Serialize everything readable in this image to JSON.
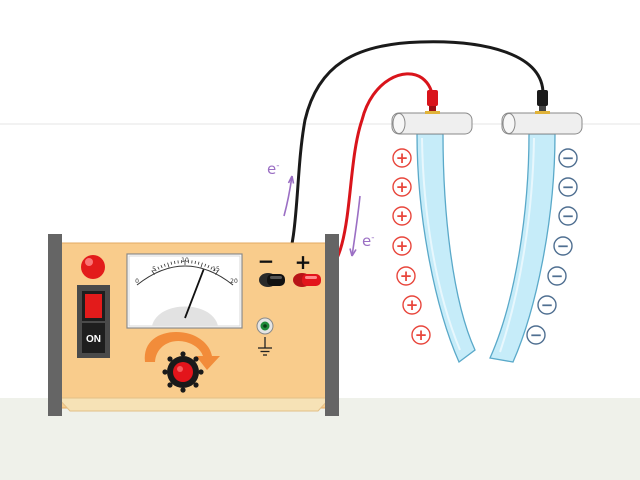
{
  "power_supply": {
    "switch_label": "ON",
    "minus_symbol": "−",
    "plus_symbol": "+",
    "meter_scale": [
      "0",
      "5",
      "10",
      "15",
      "20"
    ],
    "needle_value": 16,
    "scale_max": 20
  },
  "electron_label": "e",
  "electron_sup": "-",
  "left_strip_charges": [
    "+",
    "+",
    "+",
    "+",
    "+",
    "+",
    "+"
  ],
  "right_strip_charges": [
    "−",
    "−",
    "−",
    "−",
    "−",
    "−",
    "−"
  ],
  "colors": {
    "case": "#f9cc8c",
    "positive_wire": "#e3141b",
    "negative_wire": "#1a1a1a",
    "electron_arrow": "#9b6fc4",
    "positive_charge": "#e8463c",
    "negative_charge": "#4f6f91",
    "strip_fill": "#c6ecf9",
    "floor": "#eff1ea"
  }
}
